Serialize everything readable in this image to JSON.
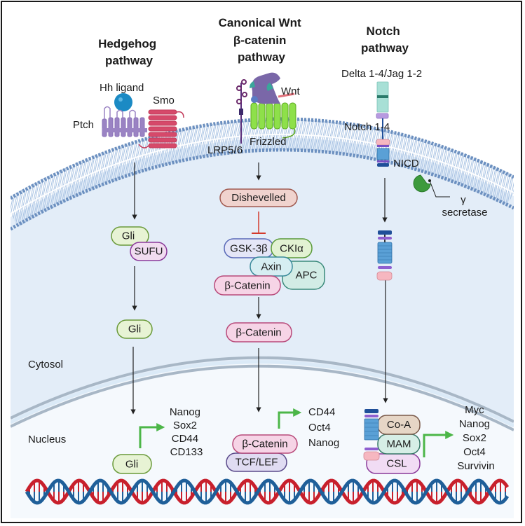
{
  "colors": {
    "cytosol_bg": "#e3edf8",
    "nucleus_bg": "#f5f9fd",
    "membrane_head": "#6b8fbf",
    "membrane_tail": "#a9c3e3",
    "nuclear_envelope": "#a8b7c6",
    "arrow": "#222222",
    "inhibit": "#d33a2c",
    "transcription_arrow": "#4cb648",
    "dna_red": "#c8202c",
    "dna_blue": "#1f5f99",
    "ptch": "#9a83c3",
    "smo": "#d6496a",
    "hh_ligand": "#1b8ac4",
    "frizzled": "#8ee04a",
    "wnt": "#7a67a8",
    "lrp": "#5a2e7a",
    "gamma_secretase": "#3d9a3d"
  },
  "compartments": {
    "cytosol": "Cytosol",
    "nucleus": "Nucleus"
  },
  "pathways": {
    "hedgehog": {
      "title": [
        "Hedgehog",
        "pathway"
      ],
      "ligand": "Hh ligand",
      "receptor": "Ptch",
      "coreceptor": "Smo",
      "complex": [
        {
          "label": "Gli",
          "color": "green"
        },
        {
          "label": "SUFU",
          "color": "purple"
        }
      ],
      "cytoplasmic": {
        "label": "Gli",
        "color": "green"
      },
      "nuclear": {
        "label": "Gli",
        "color": "green"
      },
      "target_genes": [
        "Nanog",
        "Sox2",
        "CD44",
        "CD133"
      ]
    },
    "wnt": {
      "title": [
        "Canonical Wnt",
        "β-catenin",
        "pathway"
      ],
      "ligand": "Wnt",
      "coreceptor": "LRP5/6",
      "receptor": "Frizzled",
      "dishevelled": "Dishevelled",
      "destruction_complex": [
        {
          "label": "GSK-3β",
          "color": "blue"
        },
        {
          "label": "CKIα",
          "color": "green"
        },
        {
          "label": "Axin",
          "color": "teal"
        },
        {
          "label": "APC",
          "color": "teal"
        },
        {
          "label": "β-Catenin",
          "color": "pink"
        }
      ],
      "cytoplasmic": {
        "label": "β-Catenin",
        "color": "pink"
      },
      "nuclear": [
        {
          "label": "β-Catenin",
          "color": "pink"
        },
        {
          "label": "TCF/LEF",
          "color": "lavender"
        }
      ],
      "target_genes": [
        "CD44",
        "Oct4",
        "Nanog"
      ]
    },
    "notch": {
      "title": [
        "Notch",
        "pathway"
      ],
      "ligand": "Delta 1-4/Jag 1-2",
      "receptor": "Notch 1-4",
      "intracellular": "NICD",
      "enzyme": [
        "γ",
        "secretase"
      ],
      "nuclear": [
        {
          "label": "Co-A",
          "color": "tan"
        },
        {
          "label": "MAM",
          "color": "teal"
        },
        {
          "label": "CSL",
          "color": "lavender"
        }
      ],
      "target_genes": [
        "Myc",
        "Nanog",
        "Sox2",
        "Oct4",
        "Survivin"
      ]
    }
  }
}
